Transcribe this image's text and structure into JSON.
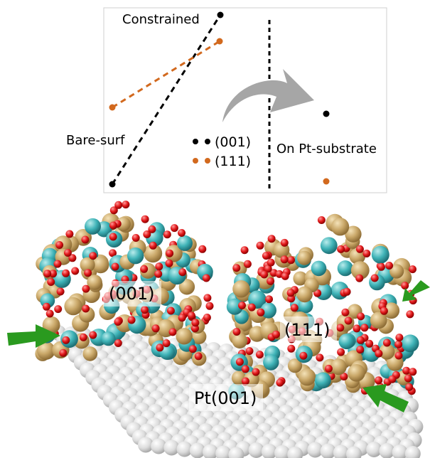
{
  "panel": {
    "labels": {
      "constrained": "Constrained",
      "bare_surf": "Bare-surf",
      "on_substrate": "On Pt-substrate"
    },
    "legend": [
      {
        "label": "(001)",
        "color": "#000000"
      },
      {
        "label": "(111)",
        "color": "#d2691e"
      }
    ],
    "series": [
      {
        "label_ref": "(001)",
        "color": "#000000",
        "style": "dashed",
        "points": [
          "Bare-surf",
          "Constrained"
        ]
      },
      {
        "label_ref": "(111)",
        "color": "#d2691e",
        "style": "dashed",
        "points": [
          "Bare-surf",
          "Constrained"
        ]
      }
    ],
    "substrate_points": [
      {
        "series": "(001)",
        "color": "#000000"
      },
      {
        "series": "(111)",
        "color": "#d2691e"
      }
    ],
    "divider": "dashed vertical line",
    "arrow": {
      "color": "#a6a6a6",
      "meaning": "to substrate"
    }
  },
  "render": {
    "labels": {
      "facet_001": "(001)",
      "facet_111": "(111)",
      "substrate": "Pt(001)"
    },
    "colors": {
      "pt_atom": "#e3e3e3",
      "gold_atom": "#c9a768",
      "teal_atom": "#3fb3b7",
      "oxygen_atom": "#e31a1c",
      "arrow": "#2a9a1f"
    },
    "arrows": [
      "left",
      "right-upper",
      "right-lower"
    ]
  }
}
